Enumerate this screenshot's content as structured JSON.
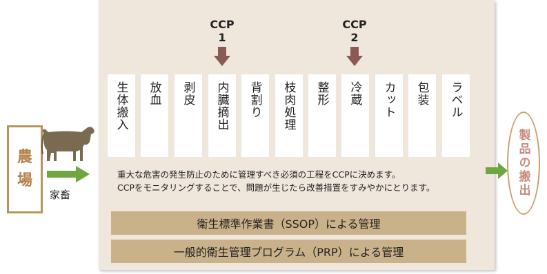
{
  "farm": {
    "char1": "農",
    "char2": "場"
  },
  "livestock_label": "家畜",
  "ccp": [
    {
      "title": "CCP",
      "number": "1"
    },
    {
      "title": "CCP",
      "number": "2"
    }
  ],
  "steps": [
    "生体搬入",
    "放血",
    "剥皮",
    "内臓摘出",
    "背割り",
    "枝肉処理",
    "整形",
    "冷蔵",
    "カット",
    "包装",
    "ラベル"
  ],
  "note": {
    "line1": "重大な危害の発生防止のために管理すべき必須の工程をCCPに決めます。",
    "line2": "CCPをモニタリングすることで、問題が生じたら改善措置をすみやかにとります。"
  },
  "bars": {
    "ssop": "衛生標準作業書（SSOP）による管理",
    "prp": "一般的衛生管理プログラム（PRP）による管理"
  },
  "product": "製品の搬出",
  "colors": {
    "panel": "#efe6dc",
    "green_arrow": "#6fa63f",
    "ccp_arrow": "#8a5a55",
    "bar": "#c9b28a",
    "farm_border": "#b7935a",
    "product_text": "#c98a7a"
  }
}
